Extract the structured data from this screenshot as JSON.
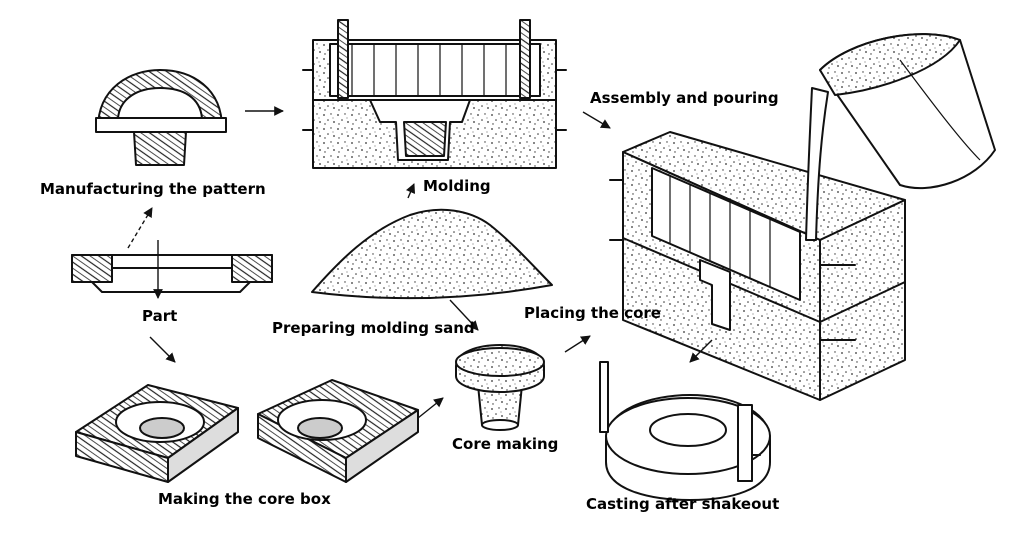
{
  "diagram": {
    "labels": {
      "manufacturing_pattern": "Manufacturing the pattern",
      "molding": "Molding",
      "assembly_pouring": "Assembly and pouring",
      "part": "Part",
      "preparing_sand": "Preparing molding sand",
      "placing_core": "Placing the core",
      "core_making": "Core making",
      "making_core_box": "Making the core box",
      "casting_after_shakeout": "Casting after shakeout"
    },
    "illustrations": [
      "pattern-drawing",
      "molding-flask-drawing",
      "part-drawing",
      "sand-pile-drawing",
      "core-box-drawing",
      "core-drawing",
      "pouring-ladle-drawing",
      "assembled-mold-drawing",
      "casting-drawing"
    ]
  }
}
